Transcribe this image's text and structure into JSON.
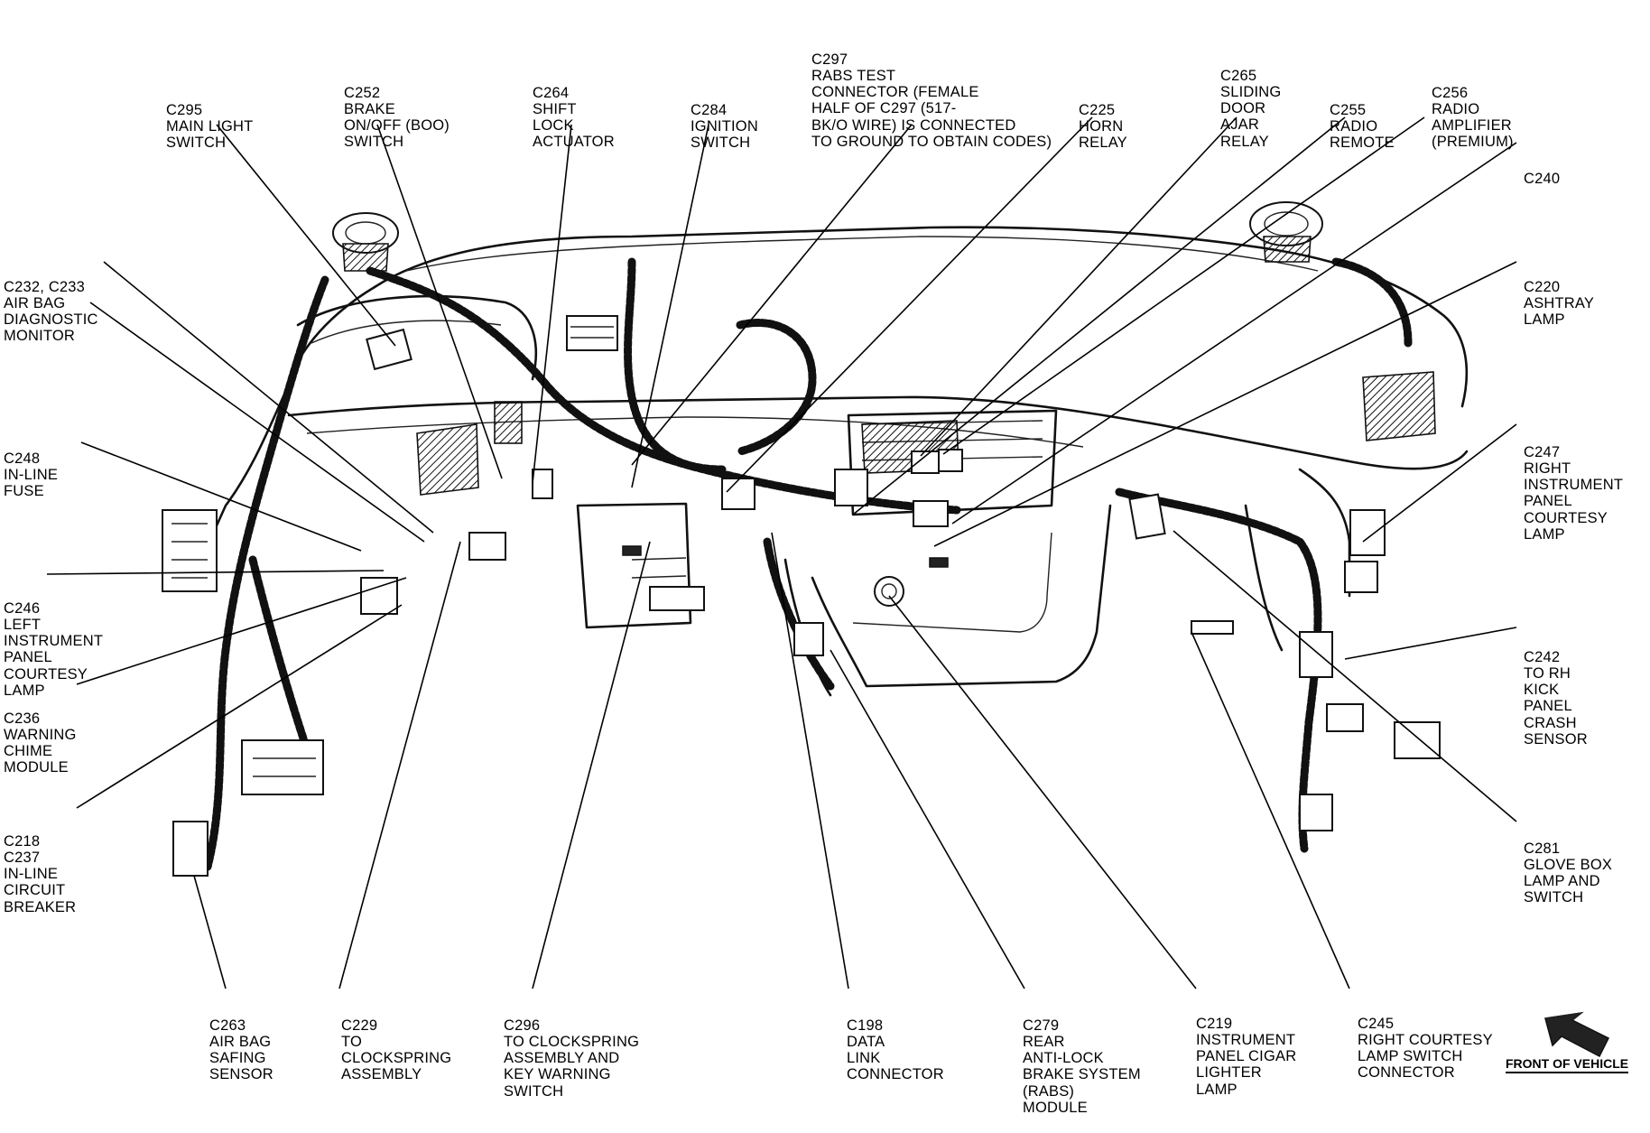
{
  "labels": [
    {
      "id": "c295",
      "lines": [
        "C295",
        "MAIN LIGHT",
        "SWITCH"
      ]
    },
    {
      "id": "c252",
      "lines": [
        "C252",
        "BRAKE",
        "ON/OFF (BOO)",
        "SWITCH"
      ]
    },
    {
      "id": "c264",
      "lines": [
        "C264",
        "SHIFT",
        "LOCK",
        "ACTUATOR"
      ]
    },
    {
      "id": "c284",
      "lines": [
        "C284",
        "IGNITION",
        "SWITCH"
      ]
    },
    {
      "id": "c297",
      "lines": [
        "C297",
        "RABS TEST",
        "CONNECTOR (FEMALE",
        "HALF OF C297 (517-",
        "BK/O WIRE) IS CONNECTED",
        "TO GROUND TO OBTAIN CODES)"
      ]
    },
    {
      "id": "c225",
      "lines": [
        "C225",
        "HORN",
        "RELAY"
      ]
    },
    {
      "id": "c265",
      "lines": [
        "C265",
        "SLIDING",
        "DOOR",
        "AJAR",
        "RELAY"
      ]
    },
    {
      "id": "c255",
      "lines": [
        "C255",
        "RADIO",
        "REMOTE"
      ]
    },
    {
      "id": "c256",
      "lines": [
        "C256",
        "RADIO",
        "AMPLIFIER",
        "(PREMIUM)"
      ]
    },
    {
      "id": "c240",
      "lines": [
        "C240"
      ]
    },
    {
      "id": "c220",
      "lines": [
        "C220",
        "ASHTRAY",
        "LAMP"
      ]
    },
    {
      "id": "c247",
      "lines": [
        "C247",
        "RIGHT",
        "INSTRUMENT",
        "PANEL",
        "COURTESY",
        "LAMP"
      ]
    },
    {
      "id": "c242",
      "lines": [
        "C242",
        "TO RH",
        "KICK",
        "PANEL",
        "CRASH",
        "SENSOR"
      ]
    },
    {
      "id": "c281",
      "lines": [
        "C281",
        "GLOVE BOX",
        "LAMP AND",
        "SWITCH"
      ]
    },
    {
      "id": "c245",
      "lines": [
        "C245",
        "RIGHT COURTESY",
        "LAMP SWITCH",
        "CONNECTOR"
      ]
    },
    {
      "id": "c219",
      "lines": [
        "C219",
        "INSTRUMENT",
        "PANEL CIGAR",
        "LIGHTER",
        "LAMP"
      ]
    },
    {
      "id": "c279",
      "lines": [
        "C279",
        "REAR",
        "ANTI-LOCK",
        "BRAKE SYSTEM",
        "(RABS)",
        "MODULE"
      ]
    },
    {
      "id": "c198",
      "lines": [
        "C198",
        "DATA",
        "LINK",
        "CONNECTOR"
      ]
    },
    {
      "id": "c296",
      "lines": [
        "C296",
        "TO CLOCKSPRING",
        "ASSEMBLY AND",
        "KEY WARNING",
        "SWITCH"
      ]
    },
    {
      "id": "c229",
      "lines": [
        "C229",
        "TO",
        "CLOCKSPRING",
        "ASSEMBLY"
      ]
    },
    {
      "id": "c263",
      "lines": [
        "C263",
        "AIR BAG",
        "SAFING",
        "SENSOR"
      ]
    },
    {
      "id": "c218",
      "lines": [
        "C218",
        "C237",
        "IN-LINE",
        "CIRCUIT",
        "BREAKER"
      ]
    },
    {
      "id": "c236",
      "lines": [
        "C236",
        "WARNING",
        "CHIME",
        "MODULE"
      ]
    },
    {
      "id": "c246",
      "lines": [
        "C246",
        "LEFT",
        "INSTRUMENT",
        "PANEL",
        "COURTESY",
        "LAMP"
      ]
    },
    {
      "id": "c248",
      "lines": [
        "C248",
        "IN-LINE",
        "FUSE"
      ]
    },
    {
      "id": "c232",
      "lines": [
        "C232, C233",
        "AIR BAG",
        "DIAGNOSTIC",
        "MONITOR"
      ]
    }
  ],
  "front_of_vehicle": "FRONT OF VEHICLE"
}
